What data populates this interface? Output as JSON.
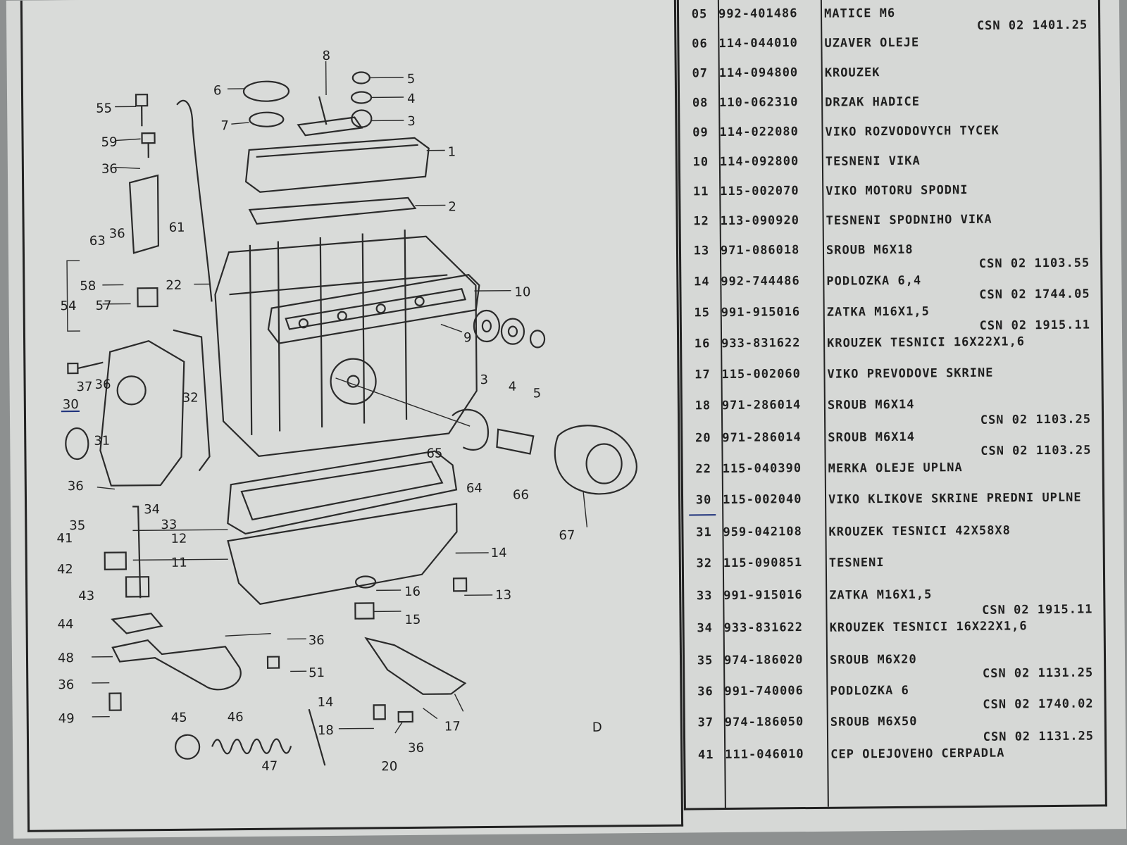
{
  "drawing": {
    "callouts": [
      "55",
      "59",
      "36",
      "63",
      "36",
      "61",
      "6",
      "7",
      "8",
      "5",
      "4",
      "3",
      "1",
      "2",
      "22",
      "58",
      "57",
      "54",
      "10",
      "9",
      "3",
      "4",
      "5",
      "37",
      "36",
      "30",
      "32",
      "31",
      "65",
      "64",
      "66",
      "67",
      "36",
      "35",
      "34",
      "33",
      "41",
      "12",
      "11",
      "14",
      "13",
      "42",
      "43",
      "16",
      "15",
      "44",
      "36",
      "48",
      "51",
      "36",
      "49",
      "45",
      "46",
      "47",
      "14",
      "18",
      "20",
      "36",
      "17"
    ],
    "sheet_mark": "D"
  },
  "parts": [
    {
      "pos": "05",
      "code": "992-401486",
      "name": "MATICE M6",
      "std": ""
    },
    {
      "pos": "06",
      "code": "114-044010",
      "name": "UZAVER OLEJE",
      "std": "CSN 02 1401.25"
    },
    {
      "pos": "07",
      "code": "114-094800",
      "name": "KROUZEK",
      "std": ""
    },
    {
      "pos": "08",
      "code": "110-062310",
      "name": "DRZAK HADICE",
      "std": ""
    },
    {
      "pos": "09",
      "code": "114-022080",
      "name": "VIKO ROZVODOVYCH TYCEK",
      "std": ""
    },
    {
      "pos": "10",
      "code": "114-092800",
      "name": "TESNENI VIKA",
      "std": ""
    },
    {
      "pos": "11",
      "code": "115-002070",
      "name": "VIKO MOTORU SPODNI",
      "std": ""
    },
    {
      "pos": "12",
      "code": "113-090920",
      "name": "TESNENI SPODNIHO VIKA",
      "std": ""
    },
    {
      "pos": "13",
      "code": "971-086018",
      "name": "SROUB M6X18",
      "std": ""
    },
    {
      "pos": "14",
      "code": "992-744486",
      "name": "PODLOZKA 6,4",
      "std": "CSN 02 1103.55"
    },
    {
      "pos": "15",
      "code": "991-915016",
      "name": "ZATKA M16X1,5",
      "std": "CSN 02 1744.05"
    },
    {
      "pos": "16",
      "code": "933-831622",
      "name": "KROUZEK TESNICI 16X22X1,6",
      "std": "CSN 02 1915.11"
    },
    {
      "pos": "17",
      "code": "115-002060",
      "name": "VIKO PREVODOVE SKRINE",
      "std": ""
    },
    {
      "pos": "18",
      "code": "971-286014",
      "name": "SROUB M6X14",
      "std": ""
    },
    {
      "pos": "20",
      "code": "971-286014",
      "name": "SROUB M6X14",
      "std": "CSN 02 1103.25"
    },
    {
      "pos": "22",
      "code": "115-040390",
      "name": "MERKA OLEJE UPLNA",
      "std": "CSN 02 1103.25"
    },
    {
      "pos": "30",
      "code": "115-002040",
      "name": "VIKO KLIKOVE SKRINE PREDNI UPLNE",
      "std": ""
    },
    {
      "pos": "31",
      "code": "959-042108",
      "name": "KROUZEK TESNICI 42X58X8",
      "std": ""
    },
    {
      "pos": "32",
      "code": "115-090851",
      "name": "TESNENI",
      "std": ""
    },
    {
      "pos": "33",
      "code": "991-915016",
      "name": "ZATKA M16X1,5",
      "std": ""
    },
    {
      "pos": "34",
      "code": "933-831622",
      "name": "KROUZEK TESNICI 16X22X1,6",
      "std": "CSN 02 1915.11"
    },
    {
      "pos": "35",
      "code": "974-186020",
      "name": "SROUB M6X20",
      "std": ""
    },
    {
      "pos": "36",
      "code": "991-740006",
      "name": "PODLOZKA 6",
      "std": "CSN 02 1131.25"
    },
    {
      "pos": "37",
      "code": "974-186050",
      "name": "SROUB M6X50",
      "std": "CSN 02 1740.02"
    },
    {
      "pos": "41",
      "code": "111-046010",
      "name": "CEP OLEJOVEHO CERPADLA",
      "std": "CSN 02 1131.25"
    }
  ]
}
